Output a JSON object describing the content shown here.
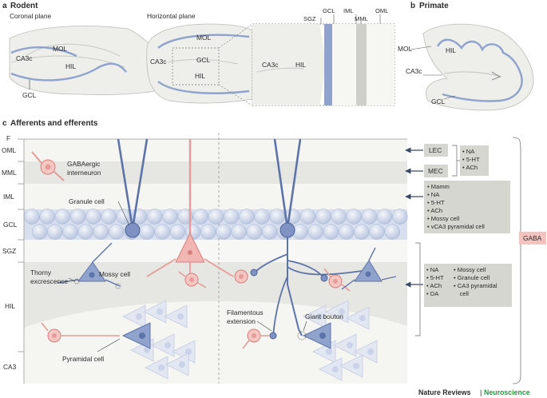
{
  "panel_a": {
    "letter": "a",
    "title": "Rodent",
    "coronal": {
      "title": "Coronal plane",
      "labels": {
        "mol": "MOL",
        "ca3c": "CA3c",
        "hil": "HIL",
        "gcl": "GCL"
      }
    },
    "horizontal": {
      "title": "Horizontal plane",
      "labels": {
        "mol": "MOL",
        "ca3c": "CA3c",
        "gcl": "GCL",
        "hil": "HIL"
      }
    },
    "inset": {
      "labels": {
        "sgz": "SGZ",
        "gcl": "GCL",
        "iml": "IML",
        "mml": "MML",
        "oml": "OML",
        "ca3c": "CA3c",
        "hil": "HIL"
      }
    }
  },
  "panel_b": {
    "letter": "b",
    "title": "Primate",
    "labels": {
      "mol": "MOL",
      "hil": "HIL",
      "ca3c": "CA3c",
      "gcl": "GCL"
    }
  },
  "panel_c": {
    "letter": "c",
    "title": "Afferents and efferents",
    "layers": [
      "F",
      "OML",
      "MML",
      "IML",
      "GCL",
      "SGZ",
      "HIL",
      "CA3"
    ],
    "cells": {
      "gaba_interneuron": "GABAergic\ninterneuron",
      "granule": "Granule cell",
      "thorny": "Thorny\nexcrescence",
      "mossy": "Mossy cell",
      "pyramidal": "Pyramidal cell",
      "filamentous": "Filamentous\nextension",
      "giant": "Giant bouton"
    },
    "inputs": {
      "lec": "LEC",
      "mec": "MEC",
      "ec_transmitters": [
        "NA",
        "5-HT",
        "ACh"
      ],
      "iml_list": [
        "Mamm",
        "NA",
        "5-HT",
        "ACh",
        "Mossy cell",
        "vCA3 pyramidal cell"
      ],
      "hil_col1": [
        "NA",
        "5-HT",
        "ACh",
        "DA"
      ],
      "hil_col2": [
        "Mossy cell",
        "Granule cell",
        "CA3 pyramidal",
        "cell"
      ],
      "gaba": "GABA"
    }
  },
  "footer": {
    "publisher": "Nature Reviews",
    "separator": "|",
    "journal": "Neuroscience"
  },
  "colors": {
    "blue": "#8fa3cc",
    "blue_dark": "#5d74a8",
    "pink": "#f1b5b2",
    "pink_dark": "#d77f7b",
    "box": "#d6d6d0",
    "panel": "#eeeeea",
    "journal_green": "#1c9c3f"
  }
}
